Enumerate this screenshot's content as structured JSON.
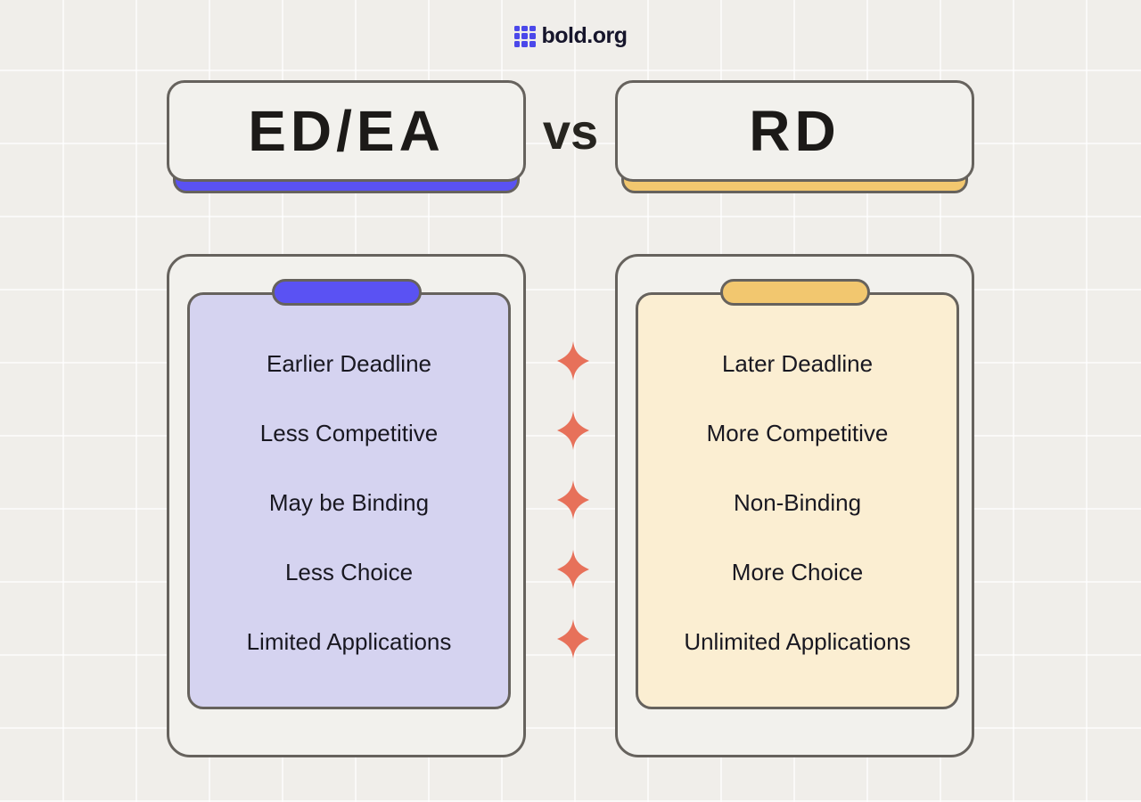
{
  "page": {
    "background_color": "#f0eeea",
    "grid_line_color": "#f8f6f3"
  },
  "logo": {
    "text": "bold.org",
    "icon": "grid-squares-icon",
    "icon_color": "#4b48ea",
    "text_color": "#16152b"
  },
  "header": {
    "left_title": "ED/EA",
    "vs_label": "vs",
    "right_title": "RD",
    "left_accent_color": "#5a52f3",
    "right_accent_color": "#f2c76f"
  },
  "comparison": {
    "left": {
      "panel_color": "#d5d3f0",
      "accent_color": "#5a52f3",
      "items": [
        "Earlier Deadline",
        "Less Competitive",
        "May be Binding",
        "Less Choice",
        "Limited Applications"
      ]
    },
    "right": {
      "panel_color": "#fbeed2",
      "accent_color": "#f2c76f",
      "items": [
        "Later Deadline",
        "More Competitive",
        "Non-Binding",
        "More Choice",
        "Unlimited Applications"
      ]
    },
    "divider_icon": "sparkle-star-icon",
    "divider_icon_color": "#e7715a"
  }
}
